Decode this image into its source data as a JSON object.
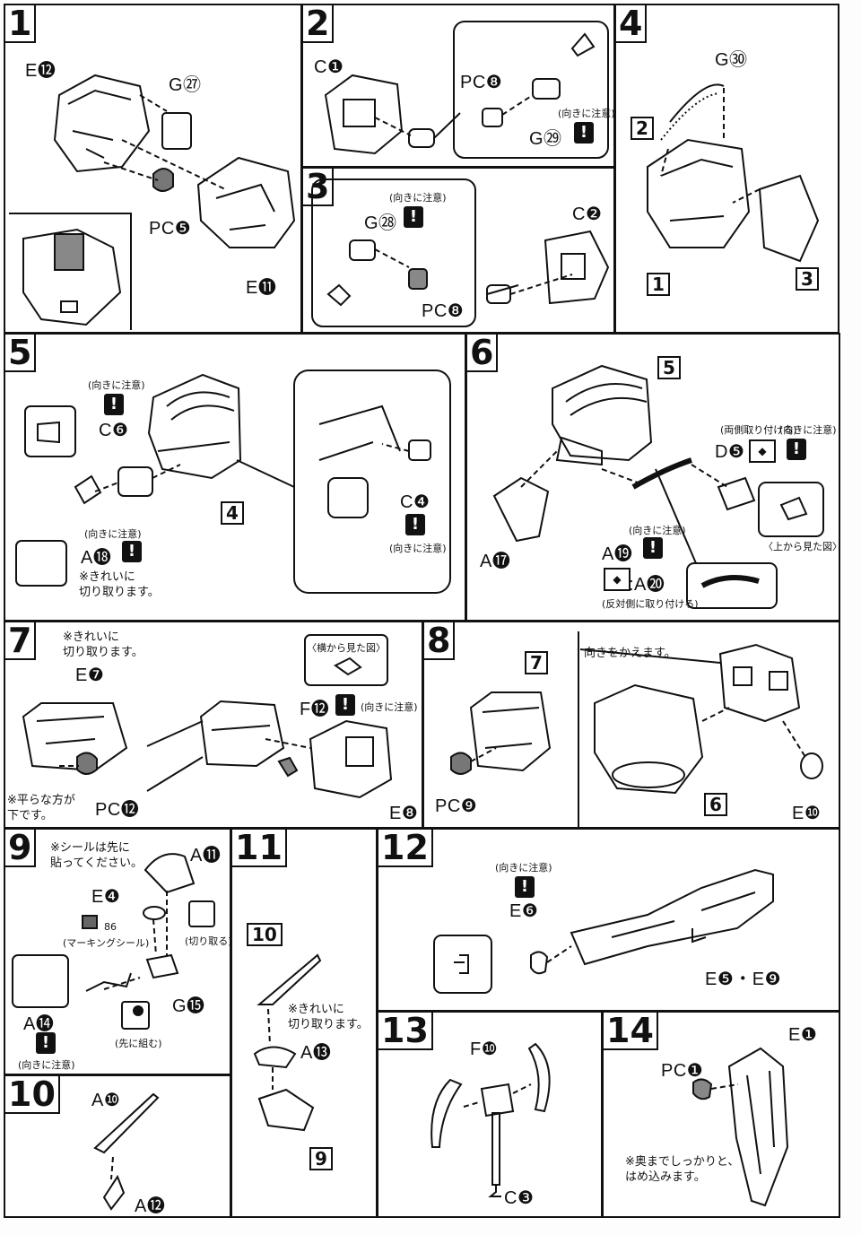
{
  "steps": [
    {
      "number": "1",
      "labels": [
        "E⓬",
        "G㉗",
        "PC❺",
        "E⓫"
      ]
    },
    {
      "number": "2",
      "labels": [
        "C❶",
        "PC❽",
        "G㉙"
      ],
      "caution": "(向きに注意)"
    },
    {
      "number": "3",
      "labels": [
        "G㉘",
        "C❷",
        "PC❽"
      ],
      "caution": "(向きに注意)"
    },
    {
      "number": "4",
      "labels": [
        "G㉚"
      ],
      "refs": [
        "2",
        "1",
        "3"
      ]
    },
    {
      "number": "5",
      "labels": [
        "C❻",
        "A⓲",
        "C❹"
      ],
      "caution": "(向きに注意)",
      "note": "※きれいに\n切り取ります。",
      "ref": "4"
    },
    {
      "number": "6",
      "labels": [
        "D❺",
        "A⓱",
        "A⓳",
        ":A⓴"
      ],
      "ref": "5",
      "caution": "(向きに注意)",
      "note_both": "(両側取り付ける)",
      "note_top": "〈上から見た図〉",
      "note_opposite": "(反対側に取り付ける)"
    },
    {
      "number": "7",
      "labels": [
        "E❼",
        "PC⓬",
        "F⓬",
        "E❽"
      ],
      "note_cut": "※きれいに\n切り取ります。",
      "note_flat": "※平らな方が\n下です。",
      "side_view": "〈横から見た図〉",
      "caution": "(向きに注意)"
    },
    {
      "number": "8",
      "labels": [
        "PC❾",
        "E❿"
      ],
      "refs": [
        "7",
        "6"
      ],
      "note": "向きをかえます。"
    },
    {
      "number": "9",
      "labels": [
        "A⓫",
        "E❹",
        "G⓯",
        "A⓮"
      ],
      "note_seal": "※シールは先に\n貼ってください。",
      "marking": "(マーキングシール)",
      "seal_no": "86",
      "cut": "(切り取る)",
      "assemble_first": "(先に組む)",
      "caution": "(向きに注意)"
    },
    {
      "number": "10",
      "labels": [
        "A❿",
        "A⓬"
      ]
    },
    {
      "number": "11",
      "labels": [
        "A⓭"
      ],
      "refs": [
        "10",
        "9"
      ],
      "note": "※きれいに\n切り取ります。"
    },
    {
      "number": "12",
      "labels": [
        "E❻",
        "E❺・E❾"
      ],
      "caution": "(向きに注意)"
    },
    {
      "number": "13",
      "labels": [
        "F❿",
        "C❸"
      ]
    },
    {
      "number": "14",
      "labels": [
        "E❶",
        "PC❶"
      ],
      "note": "※奥までしっかりと、\nはめ込みます。"
    }
  ],
  "warn_glyph": "!",
  "mirror_glyph": "◆",
  "seq": [
    "❶",
    "❷"
  ]
}
